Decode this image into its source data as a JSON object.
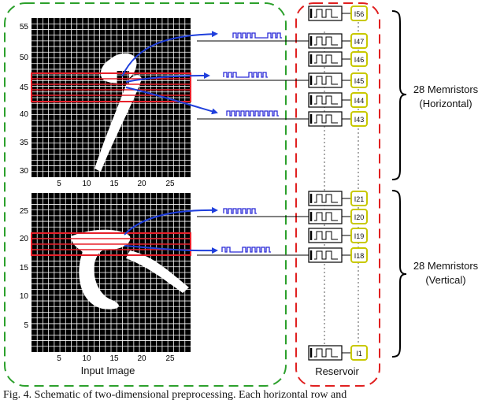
{
  "input_panel": {
    "label": "Input Image",
    "top_image": {
      "y_ticks": [
        "55",
        "50",
        "45",
        "40",
        "35",
        "30"
      ],
      "x_ticks": [
        "5",
        "10",
        "15",
        "20",
        "25"
      ]
    },
    "bottom_image": {
      "y_ticks": [
        "25",
        "20",
        "15",
        "10",
        "5"
      ],
      "x_ticks": [
        "5",
        "10",
        "15",
        "20",
        "25"
      ]
    }
  },
  "reservoir": {
    "label": "Reservoir",
    "top_memristors": [
      "I56",
      "I47",
      "I46",
      "I45",
      "I44",
      "I43"
    ],
    "bottom_memristors": [
      "I21",
      "I20",
      "I19",
      "I18",
      "I1"
    ]
  },
  "groups": {
    "horizontal": {
      "line1": "28 Memristors",
      "line2": "(Horizontal)"
    },
    "vertical": {
      "line1": "28 Memristors",
      "line2": "(Vertical)"
    }
  },
  "caption": "Fig. 4.  Schematic of two-dimensional preprocessing. Each horizontal row and",
  "colors": {
    "green_dash": "#2ca02c",
    "red_dash": "#e02020",
    "highlight": "#e8202a",
    "arrow": "#1f3fdc",
    "pulse": "#2b2bd8",
    "memristor": "#c8c800"
  }
}
